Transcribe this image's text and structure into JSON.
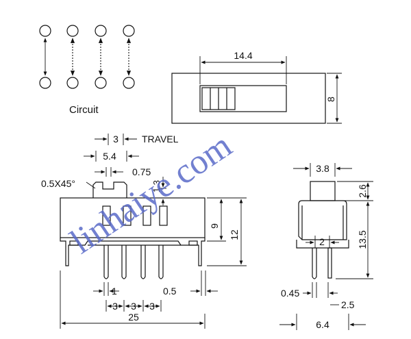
{
  "circuit": {
    "label": "Circuit"
  },
  "top_view": {
    "width_dim": "14.4",
    "height_dim": "8"
  },
  "front_view": {
    "travel_value": "3",
    "travel_label": "TRAVEL",
    "dim_5_4": "5.4",
    "dim_0_75": "0.75",
    "chamfer": "0.5X45°",
    "dim_1_3": "1.3",
    "dim_9": "9",
    "dim_12": "12",
    "dim_1": "1",
    "dim_0_5": "0.5",
    "pitch_1": "3",
    "pitch_2": "3",
    "pitch_3": "3",
    "total_width": "25"
  },
  "side_view": {
    "dim_3_8": "3.8",
    "dim_2_6": "2.6",
    "dim_2": "2",
    "dim_13_5": "13.5",
    "dim_0_45": "0.45",
    "dim_2_5": "2.5",
    "dim_6_4": "6.4"
  },
  "watermark": {
    "text": "linhaiye.com"
  }
}
